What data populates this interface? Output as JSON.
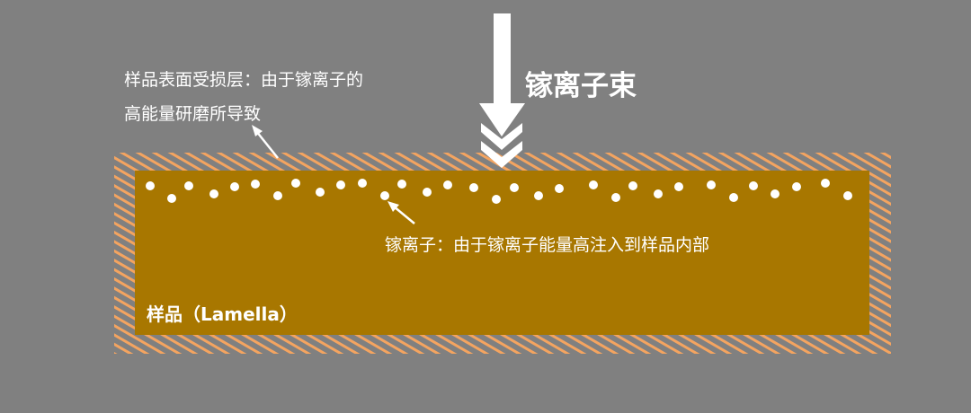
{
  "beam_label": "镓离子束",
  "damage_label": {
    "line1": "样品表面受损层：由于镓离子的",
    "line2": "高能量研磨所导致"
  },
  "ion_label": "镓离子：由于镓离子能量高注入到样品内部",
  "sample_label": "样品（Lamella）",
  "colors": {
    "background": "#808080",
    "sample": "#a87700",
    "hatch": "#f4a460",
    "foreground": "#ffffff"
  }
}
